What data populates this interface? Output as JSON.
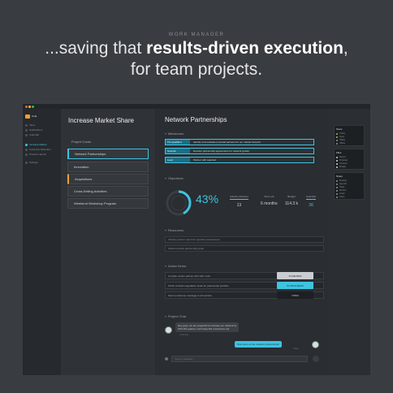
{
  "hero": {
    "eyebrow": "WORK MANAGER",
    "line1_pre": "...saving that ",
    "line1_bold": "results-driven execution",
    "line1_post": ",",
    "line2": "for team projects."
  },
  "colors": {
    "accent": "#3ec3e0",
    "flag": "#f0a030",
    "background": "#393c40",
    "panel": "#2a2d31"
  },
  "sidebar": {
    "app_name": "Unal",
    "items": [
      {
        "label": "Inbox",
        "icon": "inbox-icon"
      },
      {
        "label": "Notifications",
        "icon": "bell-icon"
      },
      {
        "label": "Calendar",
        "icon": "calendar-icon"
      },
      {
        "label": "Increase Market",
        "icon": "folder-icon",
        "active": true
      },
      {
        "label": "Customer Retention",
        "icon": "folder-icon"
      },
      {
        "label": "Product Launch",
        "icon": "folder-icon"
      },
      {
        "label": "Settings",
        "icon": "gear-icon"
      }
    ]
  },
  "projects": {
    "title": "Increase Market Share",
    "label": "Project Cards",
    "cards": [
      {
        "label": "Network Partnerships",
        "state": "selected"
      },
      {
        "label": "Innovation",
        "state": "normal"
      },
      {
        "label": "Acquisitions",
        "state": "flag"
      },
      {
        "label": "Cross-Selling Activities",
        "state": "normal"
      },
      {
        "label": "Weekend Workshop Program",
        "state": "normal"
      }
    ]
  },
  "main": {
    "title": "Network Partnerships",
    "milestones": {
      "heading": "Milestones",
      "items": [
        {
          "tag": "Pre-Qualified",
          "text": "Identify and evaluate potential partners for our market footprint"
        },
        {
          "tag": "Network",
          "text": "Develop partnership agreements for network growth"
        },
        {
          "tag": "Lead",
          "text": "Partner with selected"
        }
      ]
    },
    "objectives": {
      "heading": "Objectives",
      "percent": "43%",
      "percent_value": 43,
      "columns": [
        {
          "label": "Industry Partners",
          "value": "13",
          "highlight": true
        },
        {
          "label": "Time Left",
          "value": "6 months",
          "highlight": false
        },
        {
          "label": "Budget",
          "value": "114.3 k",
          "highlight": false
        },
        {
          "label": "Goal Met",
          "value": "36",
          "highlight": true
        }
      ]
    },
    "resources": {
      "heading": "Resources",
      "items": [
        "Industry partner report for quarterly assessment",
        "Global network partnership guide"
      ]
    },
    "action_items": {
      "heading": "Action Items",
      "items": [
        {
          "text": "Compile vendor partner with John Luck",
          "status": "IN REVIEW",
          "style": "light"
        },
        {
          "text": "Finish contract negotiation tasks for partnership portfolio",
          "status": "IN PROGRESS",
          "style": "accent"
        },
        {
          "text": "Send a welcome message to all vendors",
          "status": "OPEN",
          "style": "dark"
        }
      ]
    },
    "chat": {
      "heading": "Project Chat",
      "incoming_line1": "Hey guys, we are projected to increase our network by",
      "incoming_line2": "15% this quarter. Let's keep this momentum up!",
      "incoming_meta": "Yesterday",
      "outgoing": "Nice work on the network partnerships!",
      "outgoing_meta": "Today",
      "input_placeholder": "Type a message..."
    }
  },
  "right_panel": {
    "team": {
      "heading": "Team",
      "members": [
        {
          "label": "Online",
          "color": "#5fcf7a"
        },
        {
          "label": "Away",
          "color": "#f0a030"
        },
        {
          "label": "Offline",
          "color": "#8b9096"
        },
        {
          "label": "Offline",
          "color": "#8b9096"
        }
      ]
    },
    "files": {
      "heading": "Files",
      "items": [
        "Report",
        "Proposal",
        "Contract",
        "Budget"
      ]
    },
    "notes": {
      "heading": "Notes",
      "items": [
        "Meeting",
        "Agenda",
        "Tasks",
        "Review",
        "Goals",
        "Notes"
      ]
    }
  }
}
